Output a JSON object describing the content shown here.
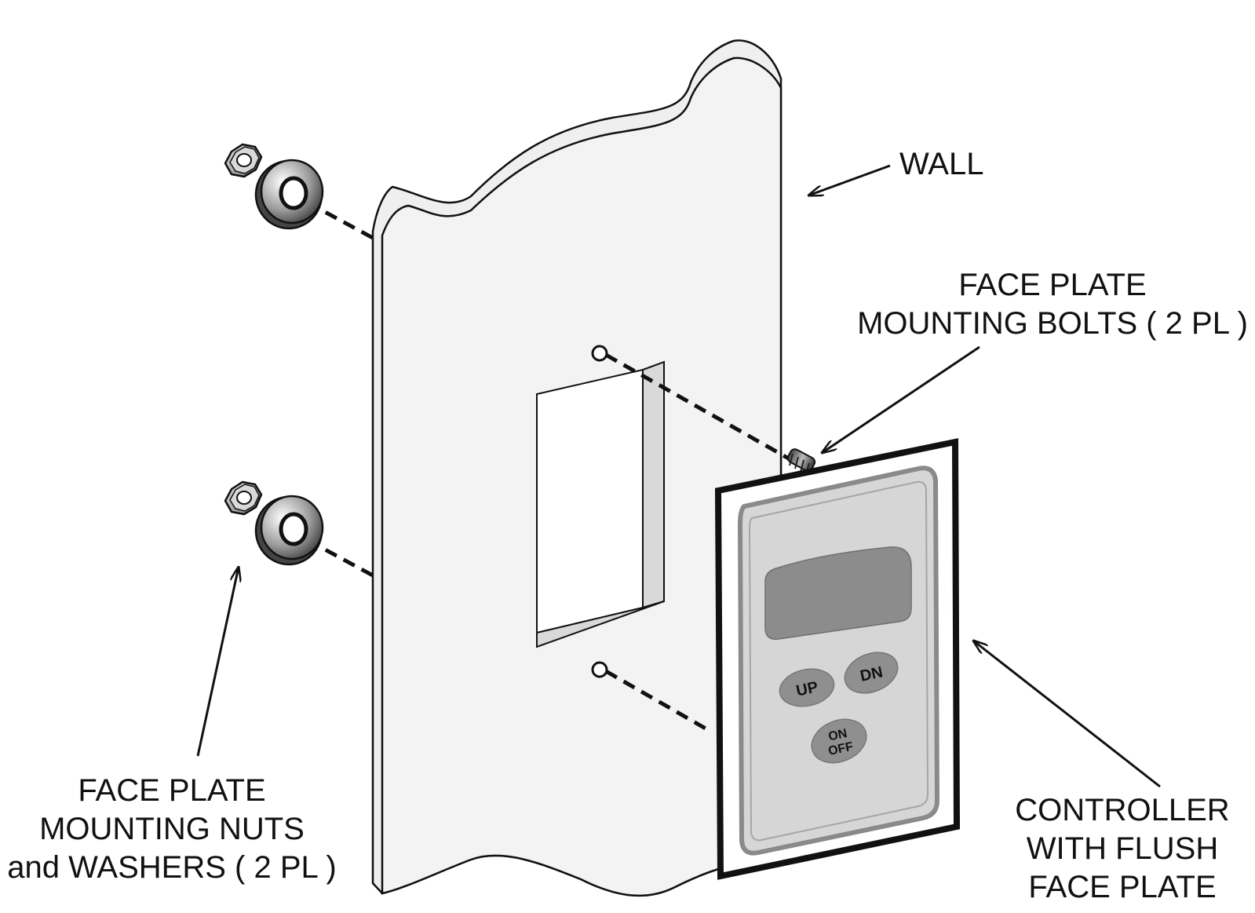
{
  "labels": {
    "wall": "WALL",
    "bolts_line1": "FACE PLATE",
    "bolts_line2": "MOUNTING BOLTS ( 2 PL )",
    "nuts_line1": "FACE PLATE",
    "nuts_line2": "MOUNTING NUTS",
    "nuts_line3": "and WASHERS ( 2 PL )",
    "controller_line1": "CONTROLLER",
    "controller_line2": "WITH FLUSH",
    "controller_line3": "FACE PLATE"
  },
  "buttons": {
    "up": "UP",
    "dn": "DN",
    "on": "ON",
    "off": "OFF"
  },
  "colors": {
    "wall": "#efefef",
    "plate": "#d6d6d6",
    "display": "#8c8c8c",
    "button": "#8f8f8f",
    "line": "#111111"
  }
}
